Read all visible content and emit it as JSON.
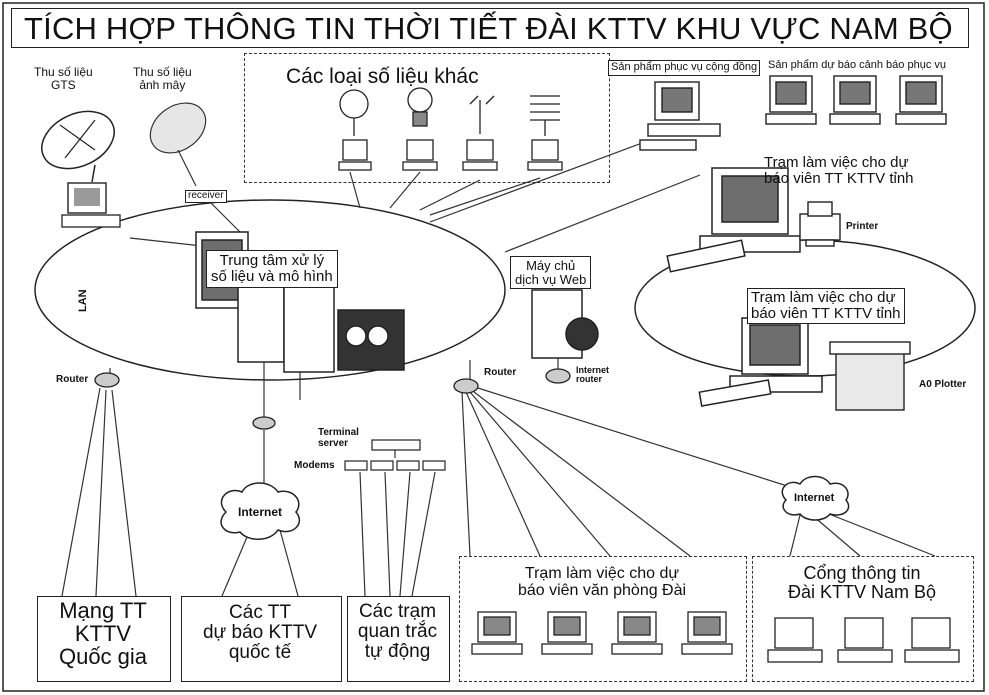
{
  "title": "TÍCH HỢP THÔNG TIN THỜI TIẾT ĐÀI KTTV KHU VỰC NAM BỘ",
  "sources": {
    "gts": "Thu số liệu\nGTS",
    "cloud": "Thu số liệu\nảnh mây",
    "receiver": "receiver",
    "other_data": "Các loại  số liệu khác"
  },
  "products": {
    "community": "Sản phẩm phục vụ cộng đồng",
    "warning": "Sản phẩm dự báo cảnh báo phục vụ"
  },
  "workstations": {
    "provincial_1": "Trạm làm việc cho dự\nbáo viên TT KTTV tỉnh",
    "provincial_2": "Trạm làm việc cho dự\nbáo viên TT KTTV tỉnh",
    "printer": "Printer",
    "plotter": "A0 Plotter"
  },
  "network": {
    "lan": "LAN",
    "center": "Trung tâm xử lý\nsố liệu và mô hình",
    "web": "Máy chủ\ndịch vụ Web",
    "router_left": "Router",
    "router_mid": "Router",
    "internet_router": "Internet\nrouter",
    "terminal_server": "Terminal\nserver",
    "modems": "Modems",
    "internet_1": "Internet",
    "internet_2": "Internet"
  },
  "bottom": {
    "national": "Mạng TT\nKTTV\nQuốc gia",
    "international": "Các TT\ndự báo KTTV\nquốc tế",
    "auto_stations": "Các trạm\nquan trắc\ntự động",
    "office": "Trạm làm việc cho dự\nbáo viên văn phòng Đài",
    "portal": "Cổng thông tin\nĐài KTTV Nam Bộ"
  },
  "colors": {
    "line": "#222222",
    "text": "#111111",
    "fill": "#ffffff",
    "screen": "#6e6e6e"
  }
}
